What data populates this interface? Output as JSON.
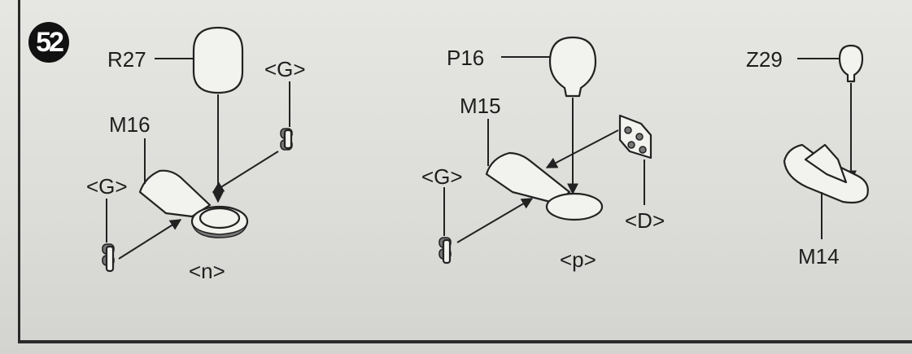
{
  "step_number": "52",
  "assemblies": [
    {
      "subassembly_label": "<n>",
      "parts": [
        {
          "id": "R27"
        },
        {
          "id": "M16"
        },
        {
          "id": "<G>",
          "location": "top-right"
        },
        {
          "id": "<G>",
          "location": "bottom-left"
        }
      ]
    },
    {
      "subassembly_label": "<p>",
      "parts": [
        {
          "id": "P16"
        },
        {
          "id": "M15"
        },
        {
          "id": "<G>"
        },
        {
          "id": "<D>"
        }
      ]
    },
    {
      "subassembly_label": "",
      "parts": [
        {
          "id": "Z29"
        },
        {
          "id": "M14"
        }
      ]
    }
  ]
}
